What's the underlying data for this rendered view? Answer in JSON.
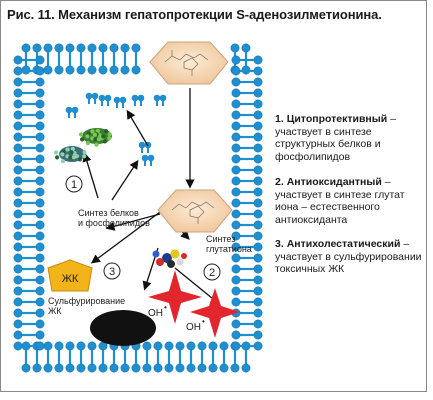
{
  "figure": {
    "title": "Рис. 11. Механизм гепатопротекции S-аденозилметионина."
  },
  "diagram": {
    "label_synthesis_proteins_line1": "Синтез белков",
    "label_synthesis_proteins_line2": "и фосфолипидов",
    "label_synthesis_glutathione_line1": "Синтез",
    "label_synthesis_glutathione_line2": "глутатиона",
    "label_sulfation_line1": "Сульфурирование",
    "label_sulfation_line2": "ЖК",
    "label_fatty_acid": "ЖК",
    "radical_label_1": "OH",
    "radical_label_2": "OH",
    "radical_superscript": "•",
    "marker_1": "1",
    "marker_2": "2",
    "marker_3": "3"
  },
  "mechanisms": [
    {
      "number": "1.",
      "name": "Цитопротективный",
      "dash": " –",
      "desc": "участвует в синтезе структурных белков и фосфолипидов"
    },
    {
      "number": "2.",
      "name": "Антиоксидантный",
      "dash": " –",
      "desc": "участвует в синтезе глутат иона – естественного антиоксиданта"
    },
    {
      "number": "3.",
      "name": "Антихолестатический",
      "dash": " –",
      "desc": "участвует в сульфурировании токсичных ЖК"
    }
  ],
  "colors": {
    "membrane": "#1f8fd0",
    "membrane_dark": "#0e6aa8",
    "hexagon": "#f6d9b8",
    "hexagon_stroke": "#c9a47e",
    "fatty_acid": "#f2b31b",
    "radical": "#e3262e",
    "nucleus": "#111111",
    "arrow": "#111111"
  }
}
